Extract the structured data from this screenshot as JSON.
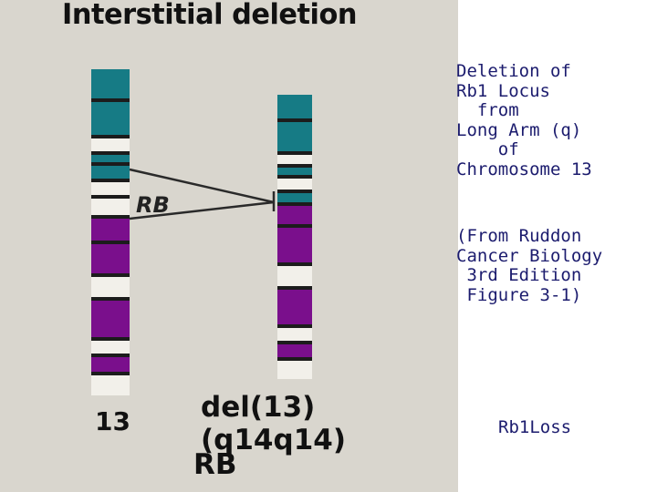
{
  "figure": {
    "title": "Interstitial deletion",
    "locus_label": "RB",
    "normal_chromosome_label": "13",
    "deleted_chromosome_label": "del(13)(q14q14)",
    "gene_label": "RB",
    "colors": {
      "background": "#d9d6ce",
      "band_teal": "#167b85",
      "band_purple": "#7a0f8c",
      "band_light": "#f2f0ea",
      "band_dark": "#1c1c1c"
    }
  },
  "caption": {
    "main_lines": [
      "Deletion of",
      "Rb1 Locus",
      "  from",
      "Long Arm (q)",
      "    of",
      "Chromosome 13"
    ],
    "source_lines": [
      "(From Ruddon",
      "Cancer Biology",
      " 3rd Edition",
      " Figure 3-1)"
    ]
  },
  "footer": {
    "label": "Rb1Loss"
  }
}
